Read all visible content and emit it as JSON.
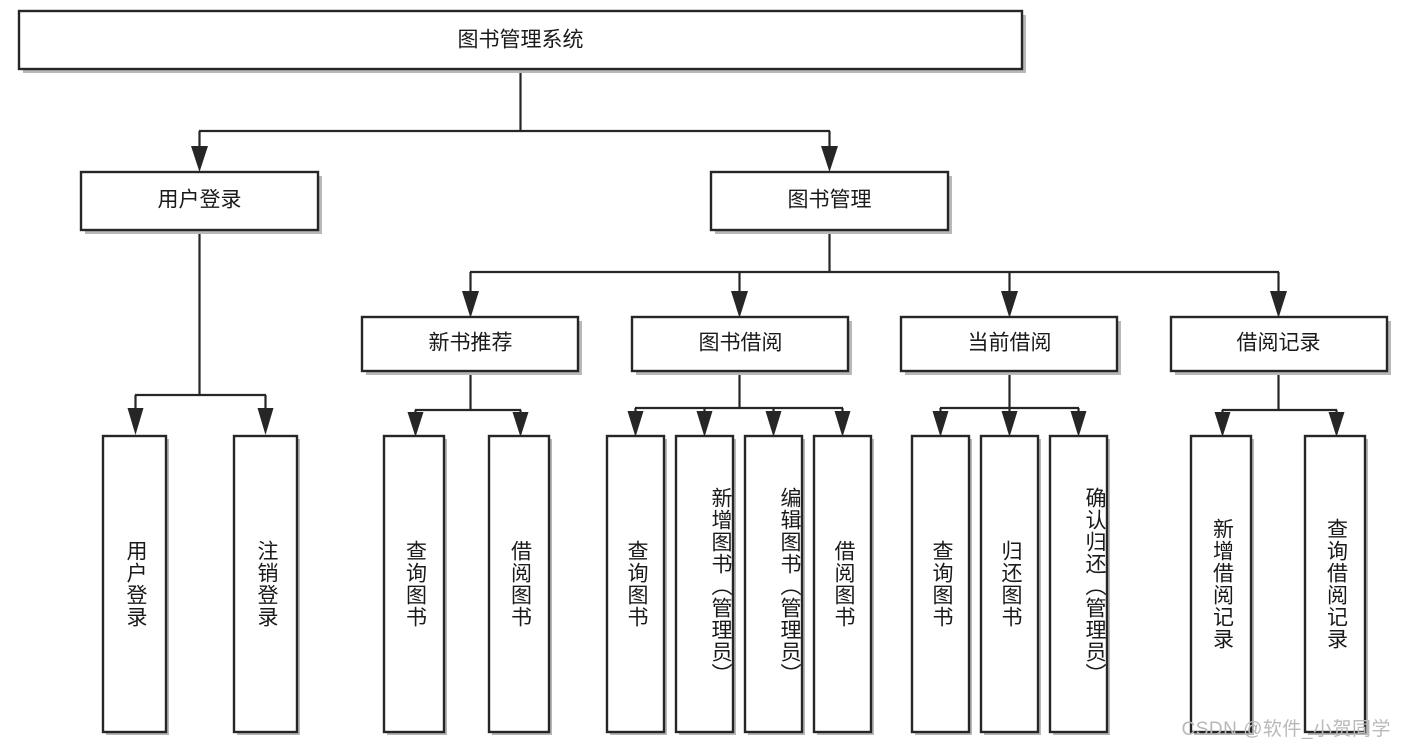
{
  "diagram": {
    "type": "tree-hierarchy",
    "title": "图书管理系统",
    "watermark": "CSDN @软件_小贺同学",
    "colors": {
      "box_fill": "#ffffff",
      "box_stroke": "#262626",
      "shadow": "#b8b8b8",
      "text": "#1a1a1a",
      "watermark": "#b9b9b9",
      "background": "#ffffff"
    },
    "levels": {
      "root": {
        "label": "图书管理系统"
      },
      "level2": [
        {
          "label": "用户登录"
        },
        {
          "label": "图书管理"
        }
      ],
      "level3": [
        {
          "label": "新书推荐"
        },
        {
          "label": "图书借阅"
        },
        {
          "label": "当前借阅"
        },
        {
          "label": "借阅记录"
        }
      ],
      "leaves": [
        {
          "label": "用户登录",
          "parent": "用户登录"
        },
        {
          "label": "注销登录",
          "parent": "用户登录"
        },
        {
          "label": "查询图书",
          "parent": "新书推荐"
        },
        {
          "label": "借阅图书",
          "parent": "新书推荐"
        },
        {
          "label": "查询图书",
          "parent": "图书借阅"
        },
        {
          "label": "新增图书（管理员）",
          "parent": "图书借阅"
        },
        {
          "label": "编辑图书（管理员）",
          "parent": "图书借阅"
        },
        {
          "label": "借阅图书",
          "parent": "图书借阅"
        },
        {
          "label": "查询图书",
          "parent": "当前借阅"
        },
        {
          "label": "归还图书",
          "parent": "当前借阅"
        },
        {
          "label": "确认归还（管理员）",
          "parent": "当前借阅"
        },
        {
          "label": "新增借阅记录",
          "parent": "借阅记录"
        },
        {
          "label": "查询借阅记录",
          "parent": "借阅记录"
        }
      ]
    }
  }
}
